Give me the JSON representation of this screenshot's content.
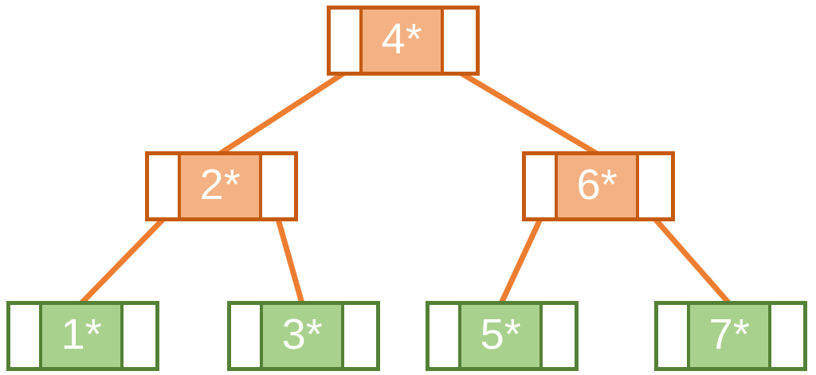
{
  "diagram": {
    "type": "binary-tree",
    "node_structure": [
      "left-pointer",
      "value",
      "right-pointer"
    ],
    "colors": {
      "background": "#FFFFFF",
      "edge": "#ED7D31",
      "orange_border": "#C55A11",
      "orange_fill": "#F4B183",
      "green_border": "#538135",
      "green_fill": "#A9D18E",
      "text": "#FFFFFF"
    },
    "nodes": {
      "n4": {
        "label": "4*",
        "color": "orange",
        "row": 1
      },
      "n2": {
        "label": "2*",
        "color": "orange",
        "row": 2
      },
      "n6": {
        "label": "6*",
        "color": "orange",
        "row": 2
      },
      "n1": {
        "label": "1*",
        "color": "green",
        "row": 3
      },
      "n3": {
        "label": "3*",
        "color": "green",
        "row": 3
      },
      "n5": {
        "label": "5*",
        "color": "green",
        "row": 3
      },
      "n7": {
        "label": "7*",
        "color": "green",
        "row": 3
      }
    },
    "edges": [
      {
        "from": "n4.left-pointer",
        "to": "n2.value"
      },
      {
        "from": "n4.right-pointer",
        "to": "n6.value"
      },
      {
        "from": "n2.left-pointer",
        "to": "n1.value"
      },
      {
        "from": "n2.right-pointer",
        "to": "n3.value"
      },
      {
        "from": "n6.left-pointer",
        "to": "n5.value"
      },
      {
        "from": "n6.right-pointer",
        "to": "n7.value"
      }
    ]
  }
}
